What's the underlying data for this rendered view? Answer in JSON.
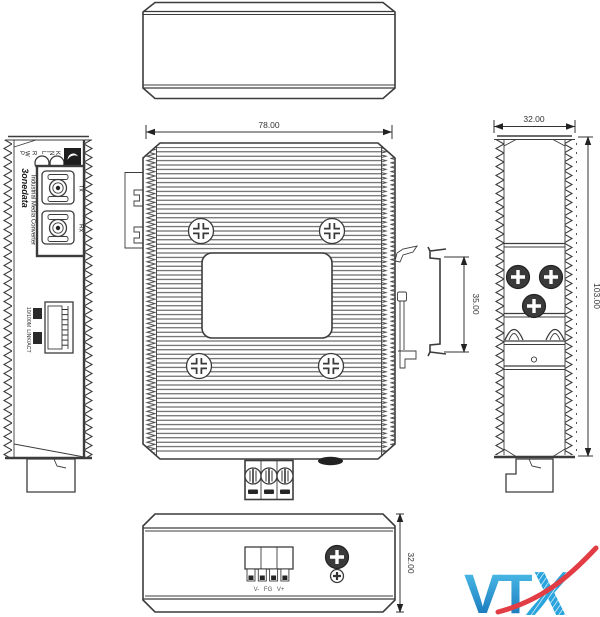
{
  "views": {
    "front": {
      "width_mm": "78.00"
    },
    "din_rail": {
      "height_mm": "35.00"
    },
    "side": {
      "width_mm": "32.00",
      "height_mm": "103.00"
    },
    "bottom": {
      "depth_mm": "32.00",
      "terminal_label": "V- FG V+"
    },
    "panel": {
      "led1_label": "PWR",
      "led2_label": "LINK",
      "brand": "3onedata",
      "product": "Industrial Media Converter",
      "tx_label": "Tx",
      "rx_label": "Rx",
      "eth_speed": "10/100M",
      "eth_status": "LINK/ACT"
    }
  },
  "logo": {
    "vt": "VT",
    "x": "X"
  },
  "colors": {
    "line": "#3c3c3c",
    "badge_dark": "#1d1d1d",
    "logo_blue_light": "#55c8f0",
    "logo_blue_dark": "#0f6cb4",
    "logo_blue_mid": "#2ba4dd",
    "logo_red": "#e23c45"
  }
}
